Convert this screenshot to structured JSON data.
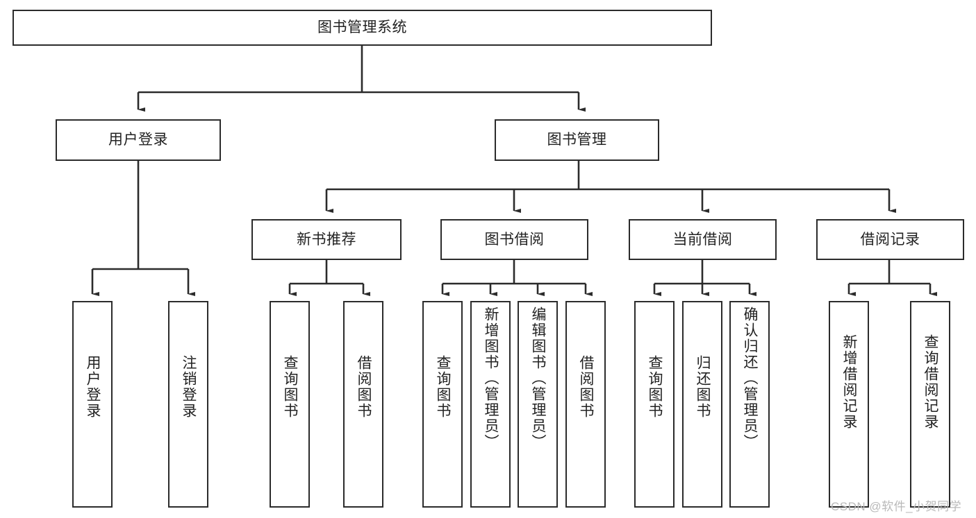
{
  "diagram": {
    "title": "图书管理系统",
    "type": "tree-hierarchy",
    "root": {
      "id": "root",
      "label": "图书管理系统",
      "orientation": "horizontal"
    },
    "level2": [
      {
        "id": "user-login",
        "label": "用户登录",
        "orientation": "horizontal"
      },
      {
        "id": "book-manage",
        "label": "图书管理",
        "orientation": "horizontal"
      }
    ],
    "level3": [
      {
        "id": "new-book-rec",
        "label": "新书推荐",
        "orientation": "horizontal",
        "parent": "book-manage"
      },
      {
        "id": "book-borrow",
        "label": "图书借阅",
        "orientation": "horizontal",
        "parent": "book-manage"
      },
      {
        "id": "current-borrow",
        "label": "当前借阅",
        "orientation": "horizontal",
        "parent": "book-manage"
      },
      {
        "id": "borrow-record",
        "label": "借阅记录",
        "orientation": "horizontal",
        "parent": "book-manage"
      }
    ],
    "leaves": {
      "user_login": [
        {
          "id": "leaf-user-login",
          "label": "用户登录"
        },
        {
          "id": "leaf-user-logout",
          "label": "注销登录"
        }
      ],
      "new_book_rec": [
        {
          "id": "leaf-query-book-1",
          "label": "查询图书"
        },
        {
          "id": "leaf-borrow-book-1",
          "label": "借阅图书"
        }
      ],
      "book_borrow": [
        {
          "id": "leaf-query-book-2",
          "label": "查询图书"
        },
        {
          "id": "leaf-add-book",
          "label": "新增图书（管理员）"
        },
        {
          "id": "leaf-edit-book",
          "label": "编辑图书（管理员）"
        },
        {
          "id": "leaf-borrow-book-2",
          "label": "借阅图书"
        }
      ],
      "current_borrow": [
        {
          "id": "leaf-query-book-3",
          "label": "查询图书"
        },
        {
          "id": "leaf-return-book",
          "label": "归还图书"
        },
        {
          "id": "leaf-confirm-return",
          "label": "确认归还（管理员）"
        }
      ],
      "borrow_record": [
        {
          "id": "leaf-add-record",
          "label": "新增借阅记录"
        },
        {
          "id": "leaf-query-record",
          "label": "查询借阅记录"
        }
      ]
    }
  },
  "watermark": {
    "text": "CSDN @软件_小贺同学"
  },
  "colors": {
    "stroke": "#2b2b2b",
    "fill": "#ffffff",
    "text": "#222222",
    "watermark": "#b9b9b9"
  }
}
